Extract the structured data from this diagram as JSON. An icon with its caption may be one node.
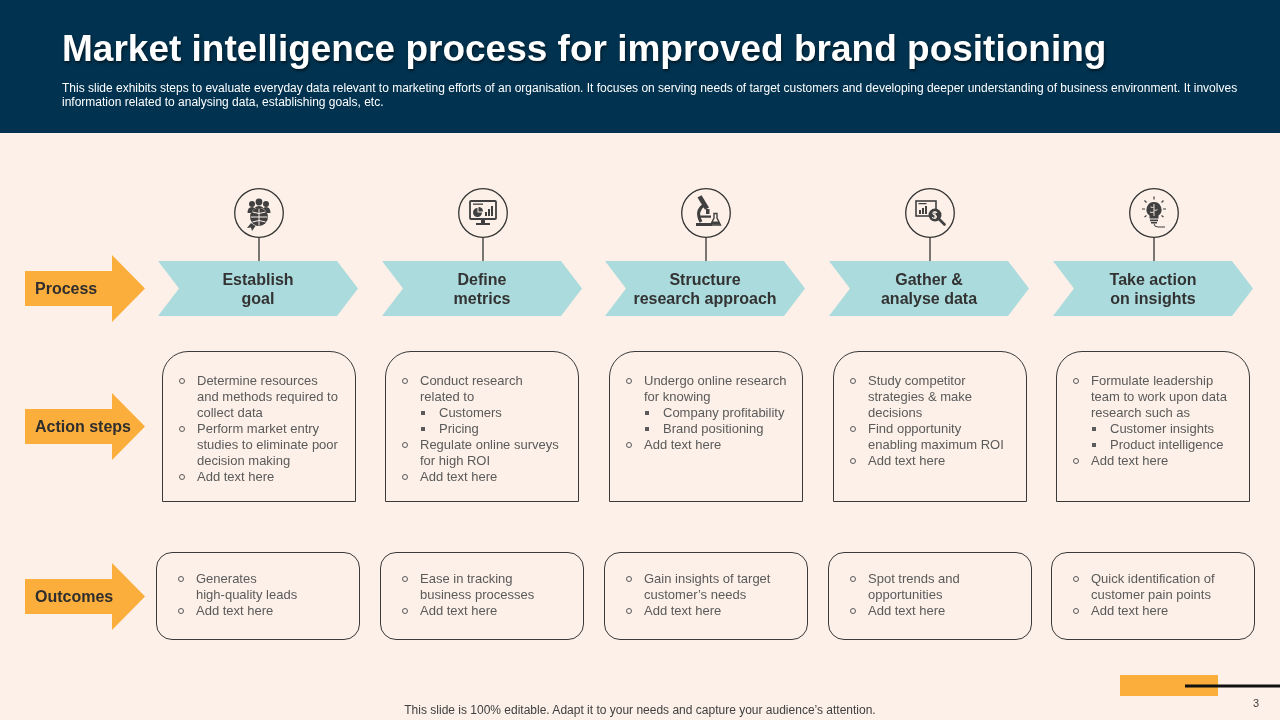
{
  "diagram": {
    "title": "Market intelligence process for improved brand positioning",
    "nodes": [
      {
        "text": [],
        "shape": "circle"
      },
      {
        "text": [],
        "shape": "circle"
      },
      {
        "text": [],
        "shape": "circle"
      },
      {
        "text": [],
        "shape": "circle"
      },
      {
        "text": [],
        "shape": "circle"
      },
      {
        "text": [
          "Process"
        ]
      },
      {
        "text": [
          "Establish goal"
        ]
      },
      {
        "text": [
          "Define metrics"
        ]
      },
      {
        "text": [
          "Structure research approach"
        ]
      },
      {
        "text": [
          "Gather & analyse data"
        ]
      },
      {
        "text": [
          "Take action on insights"
        ]
      },
      {
        "text": [
          "Action steps"
        ]
      },
      {
        "text": [
          "Determine resources and methods required to collect data",
          "Perform market entry studies to eliminate poor decision making",
          "Add text here"
        ]
      },
      {
        "text": [
          "Conduct research related to",
          "Customers",
          "Pricing",
          "Regulate online surveys for high ROI",
          "Add text here"
        ]
      },
      {
        "text": [
          "Undergo online research for knowing",
          "Company profitability",
          "Brand positioning",
          "Add text here"
        ]
      },
      {
        "text": [
          "Study competitor strategies & make decisions",
          "Find opportunity enabling maximum ROI",
          "Add text here"
        ]
      },
      {
        "text": [
          "Formulate leadership team to work upon data research such as",
          "Customer insights",
          "Product intelligence",
          "Add text here"
        ]
      },
      {
        "text": [
          "Outcomes"
        ]
      },
      {
        "text": [
          "Generates high-quality leads",
          "Add text here"
        ]
      },
      {
        "text": [
          "Ease in tracking business processes",
          "Add text here"
        ]
      },
      {
        "text": [
          "Gain insights of target customer’s needs",
          "Add text here"
        ]
      },
      {
        "text": [
          "Spot trends and opportunities",
          "Add text here"
        ]
      },
      {
        "text": [
          "Quick identification of customer pain points",
          "Add text here"
        ]
      }
    ],
    "edges": [
      {
        "from": 0,
        "to": 6,
        "arrow": "none"
      },
      {
        "from": 1,
        "to": 7,
        "arrow": "none"
      },
      {
        "from": 2,
        "to": 8,
        "arrow": "none"
      },
      {
        "from": 3,
        "to": 9,
        "arrow": "none"
      },
      {
        "from": 4,
        "to": 10,
        "arrow": "none"
      }
    ],
    "labels": [
      "This slide exhibits steps to evaluate everyday data relevant to marketing efforts of an organisation. It focuses on serving needs of target customers and developing deeper understanding of business environment. It involves information related to analysing data, establishing goals, etc.",
      "This slide is 100% editable. Adapt it to your needs and capture your audience’s attention.",
      "3"
    ]
  }
}
